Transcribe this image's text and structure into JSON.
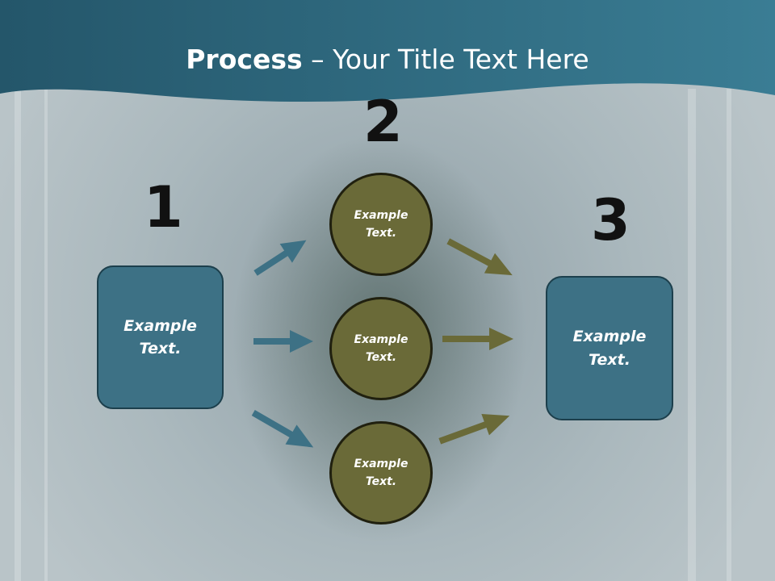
{
  "slide": {
    "title_bold": "Process",
    "title_rest": " – Your Title Text Here",
    "steps": [
      {
        "number": "1",
        "lines": [
          "Example",
          "Text."
        ]
      },
      {
        "number": "2",
        "items": [
          {
            "lines": [
              "Example",
              "Text."
            ]
          },
          {
            "lines": [
              "Example",
              "Text."
            ]
          },
          {
            "lines": [
              "Example",
              "Text."
            ]
          }
        ]
      },
      {
        "number": "3",
        "lines": [
          "Example",
          "Text."
        ]
      }
    ]
  },
  "colors": {
    "banner": "#2e6479",
    "box_fill": "#3d7185",
    "circle_fill": "#6a6a38",
    "arrow_blue": "#3d7185",
    "arrow_olive": "#6a6a38"
  }
}
